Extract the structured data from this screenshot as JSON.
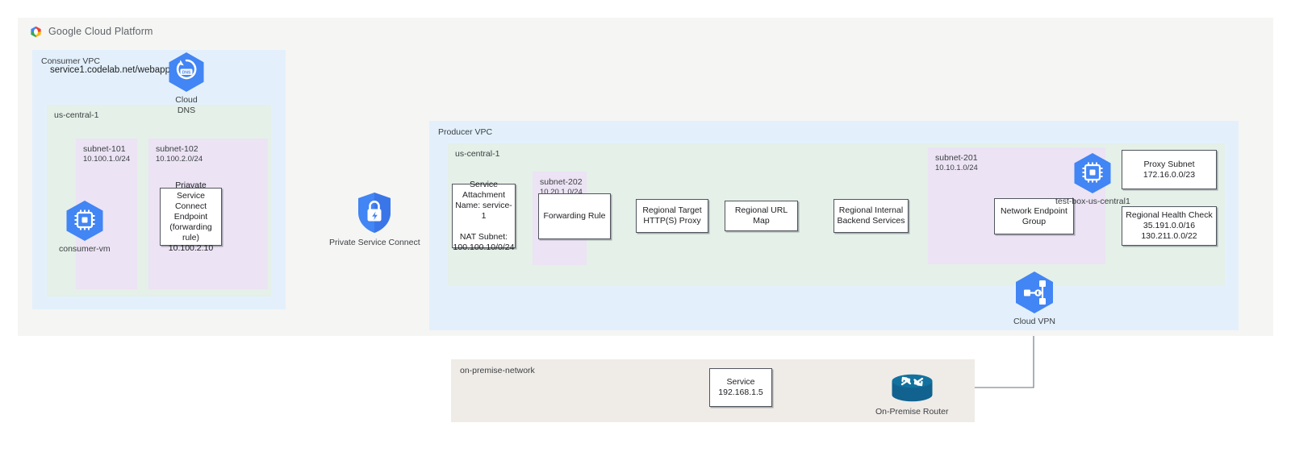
{
  "header": {
    "logo_icon": "google-cloud-logo-icon",
    "title": "Google Cloud Platform"
  },
  "consumer_vpc": {
    "label": "Consumer VPC",
    "region_label": "us-central-1",
    "dns_record": "service1.codelab.net/webapp",
    "cloud_dns": {
      "icon": "cloud-dns-icon",
      "caption": "Cloud\nDNS"
    },
    "subnet_101": {
      "name": "subnet-101",
      "cidr": "10.100.1.0/24"
    },
    "subnet_102": {
      "name": "subnet-102",
      "cidr": "10.100.2.0/24"
    },
    "consumer_vm": {
      "icon": "compute-engine-vm-icon",
      "caption": "consumer-vm"
    },
    "psc_endpoint": "Priavate Service\nConnect Endpoint\n(forwarding rule)\n10.100.2.10"
  },
  "private_service_connect": {
    "icon": "private-service-connect-shield-icon",
    "caption": "Private Service Connect"
  },
  "producer_vpc": {
    "label": "Producer VPC",
    "region_label": "us-central-1",
    "service_attachment": "Service\nAttachment\nName: service-1\n\nNAT Subnet:\n100.100.10/0/24",
    "subnet_202": {
      "name": "subnet-202",
      "cidr": "10.20.1.0/24"
    },
    "forwarding_rule": "Forwarding Rule",
    "target_proxy": "Regional Target\nHTTP(S) Proxy",
    "url_map": "Regional URL Map",
    "backend_services": "Regional Internal\nBackend Services",
    "subnet_201": {
      "name": "subnet-201",
      "cidr": "10.10.1.0/24"
    },
    "test_box": {
      "icon": "compute-engine-vm-icon",
      "caption": "test-box-us-central1"
    },
    "network_endpoint_group": "Network Endpoint\nGroup",
    "proxy_subnet": "Proxy Subnet\n172.16.0.0/23",
    "health_check": "Regional Health Check\n35.191.0.0/16\n130.211.0.0/22"
  },
  "cloud_vpn": {
    "icon": "cloud-vpn-icon",
    "caption": "Cloud VPN"
  },
  "on_premise": {
    "label": "on-premise-network",
    "service": "Service\n192.168.1.5",
    "router": {
      "icon": "on-premise-router-icon",
      "caption": "On-Premise Router"
    }
  },
  "colors": {
    "vpc_blue": "#e3f0fc",
    "region_green": "#e4f0e8",
    "subnet_purple": "#ece3f4",
    "panel_grey": "#f5f5f4",
    "onprem_beige": "#efebe7",
    "gcp_blue": "#4285f4",
    "psc_line": "#4a6fd4",
    "router_teal": "#11628e",
    "wire_grey": "#63727a"
  }
}
